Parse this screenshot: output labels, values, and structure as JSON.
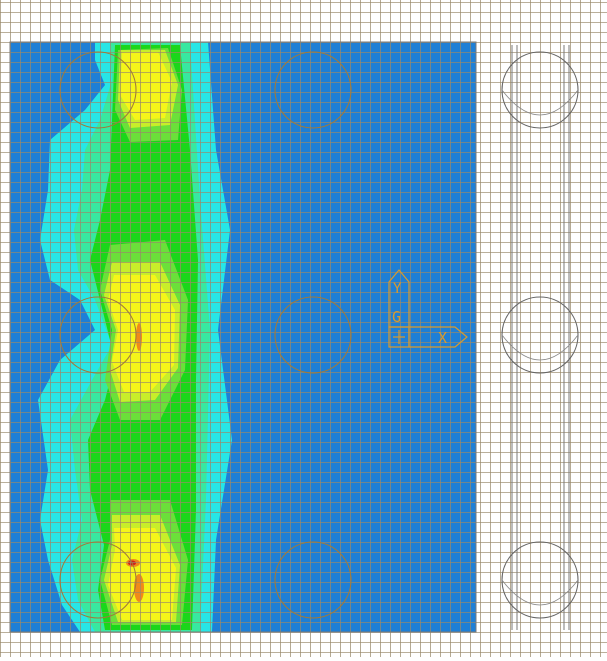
{
  "viewer": {
    "background": "#ffffff",
    "mesh_line_color": "#9a8a6a",
    "outline_color": "#7a7a7a",
    "axis_color": "#d79a2e"
  },
  "contour_colors": {
    "base": "#1e7fd6",
    "cyan": "#27e6e6",
    "aqua_green": "#38e8a0",
    "green": "#1bd61b",
    "light_green": "#6be03a",
    "yellow_green": "#c8ee2a",
    "yellow": "#f5f51a",
    "orange": "#f08a1a",
    "red": "#d0201a"
  },
  "axis_triad": {
    "y_label": "Y",
    "g_label": "G",
    "x_label": "X",
    "origin_icon": "crosshair-origin-icon"
  },
  "support_columns": {
    "icon": "circle-column-outline-icon",
    "count_left_band": 3,
    "count_mid_band": 3,
    "count_right_band": 3
  }
}
